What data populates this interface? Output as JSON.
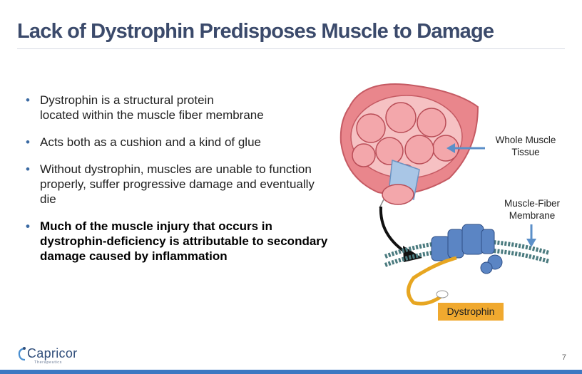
{
  "slide": {
    "title": "Lack of Dystrophin Predisposes Muscle to Damage",
    "page_number": "7"
  },
  "bullets": [
    {
      "line1": "Dystrophin is a structural protein",
      "line2": "located within the muscle fiber membrane",
      "bold": false
    },
    {
      "line1": "Acts both as a cushion and a kind of glue",
      "line2": "",
      "bold": false
    },
    {
      "line1": "Without dystrophin, muscles are unable to function properly, suffer progressive damage and eventually die",
      "line2": "",
      "bold": false
    },
    {
      "line1": "Much of the muscle injury that occurs in dystrophin-deficiency is attributable to secondary damage caused by inflammation",
      "line2": "",
      "bold": true
    }
  ],
  "figure": {
    "label_whole_muscle": {
      "line1": "Whole Muscle",
      "line2": "Tissue"
    },
    "label_membrane": {
      "line1": "Muscle-Fiber",
      "line2": "Membrane"
    },
    "label_dystrophin": "Dystrophin"
  },
  "logo": {
    "name": "Capricor",
    "tagline": "Therapeutics"
  },
  "colors": {
    "title": "#3b4a6b",
    "bullet_dot": "#3b6aa3",
    "arrow": "#5b8fc8",
    "dystrophin_box": "#f0a92f",
    "footer": "#3d78c2"
  }
}
